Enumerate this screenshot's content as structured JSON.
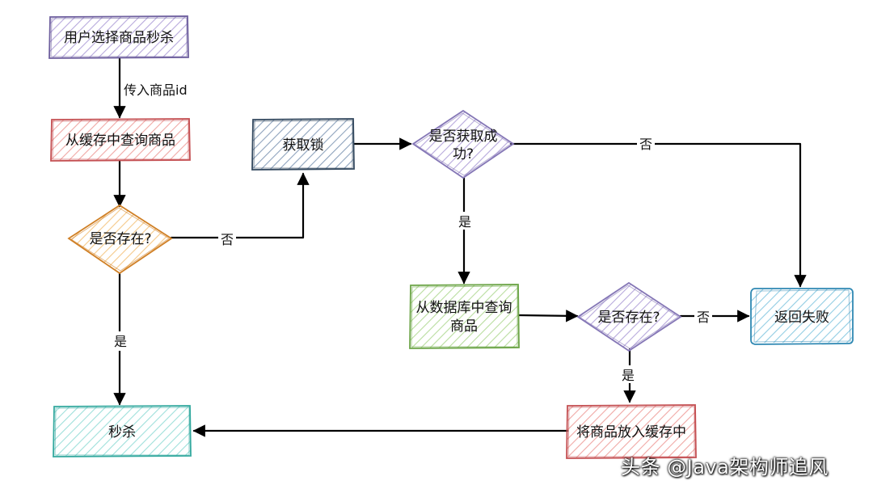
{
  "nodes": {
    "user_select": {
      "label": "用户选择商品秒杀"
    },
    "cache_query": {
      "label": "从缓存中查询商品"
    },
    "exists_cache": {
      "label": "是否存在?"
    },
    "acquire_lock": {
      "label": "获取锁"
    },
    "lock_success": {
      "line1": "是否获取成",
      "line2": "功?"
    },
    "db_query": {
      "line1": "从数据库中查询",
      "line2": "商品"
    },
    "exists_db": {
      "label": "是否存在?"
    },
    "return_fail": {
      "label": "返回失败"
    },
    "seckill": {
      "label": "秒杀"
    },
    "put_cache": {
      "label": "将商品放入缓存中"
    }
  },
  "edges": {
    "pass_id": "传入商品id",
    "cache_no": "否",
    "cache_yes": "是",
    "lock_no": "否",
    "lock_yes": "是",
    "db_no": "否",
    "db_yes": "是"
  },
  "colors": {
    "purple": "#7a6aa8",
    "red": "#c9585a",
    "orange": "#d4892f",
    "navy": "#3b4f6b",
    "green": "#7fb35a",
    "blue": "#3b8fb5",
    "teal": "#3fb5ac",
    "edge": "#000000"
  },
  "watermark": "头条 @Java架构师追风"
}
